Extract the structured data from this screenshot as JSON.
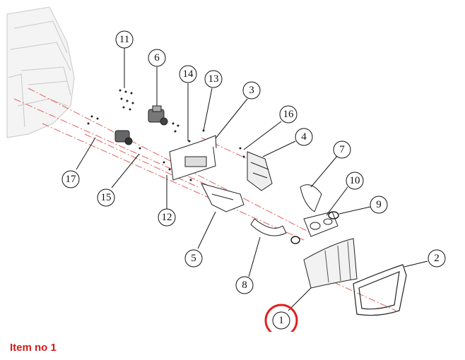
{
  "caption": "Item no 1",
  "highlight_color": "#e02020",
  "callouts": {
    "c1": "1",
    "c2": "2",
    "c3": "3",
    "c4": "4",
    "c5": "5",
    "c6": "6",
    "c7": "7",
    "c8": "8",
    "c9": "9",
    "c10": "10",
    "c11": "11",
    "c12": "12",
    "c13": "13",
    "c14": "14",
    "c15": "15",
    "c16": "16",
    "c17": "17"
  },
  "highlighted_item": "1"
}
